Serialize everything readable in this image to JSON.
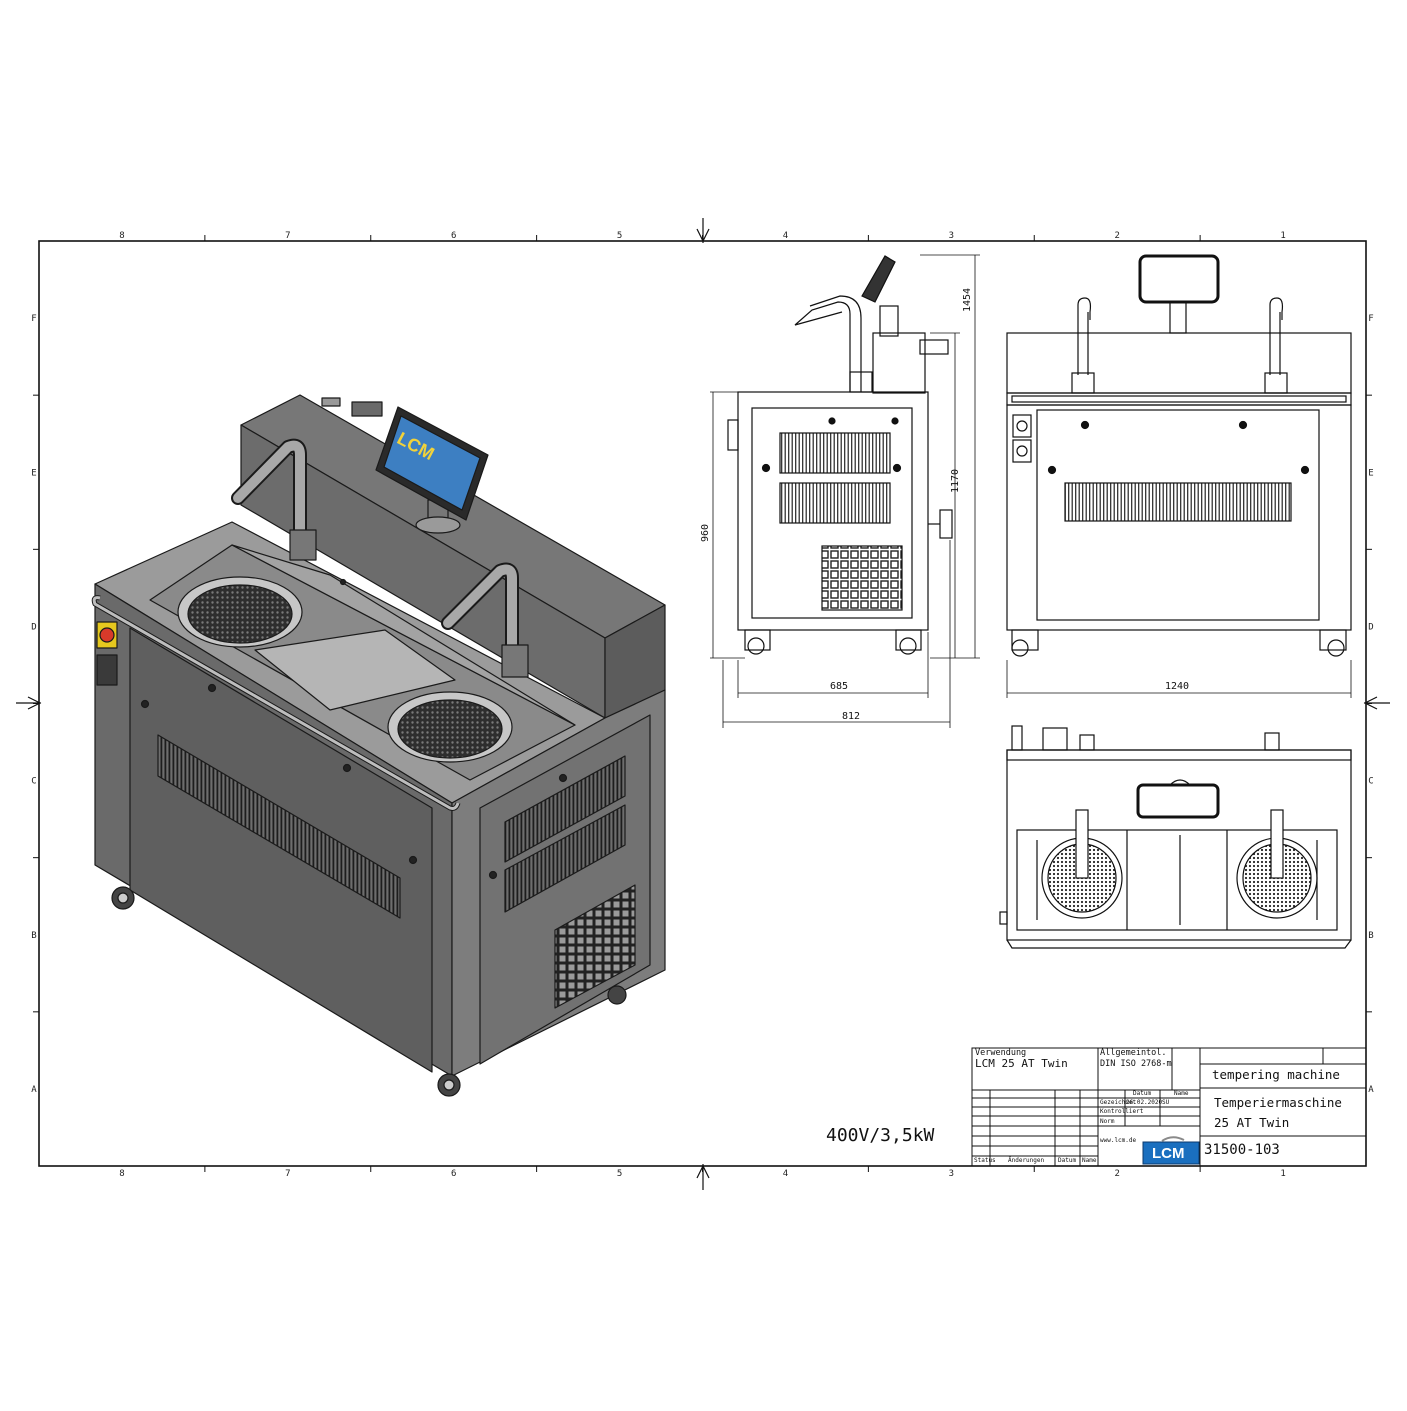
{
  "frame": {
    "columns": [
      "8",
      "7",
      "6",
      "5",
      "4",
      "3",
      "2",
      "1"
    ],
    "rows": [
      "F",
      "E",
      "D",
      "C",
      "B",
      "A"
    ]
  },
  "dimensions": {
    "height_total": "1454",
    "height_1170": "1170",
    "height_960": "960",
    "width_685": "685",
    "width_812": "812",
    "width_1240": "1240"
  },
  "logo": {
    "text": "LCM",
    "color": "#1a6fbf"
  },
  "screen_logo": {
    "text": "LCM"
  },
  "power_rating": "400V/3,5kW",
  "title_block": {
    "verwendung_label": "Verwendung",
    "verwendung_value": "LCM 25 AT Twin",
    "allgemeintol_label": "Allgemeintol.",
    "allgemeintol_value": "DIN ISO 2768-m",
    "datum_label": "Datum",
    "name_label": "Name",
    "gezeichnet_label": "Gezeichnet",
    "gezeichnet_date": "26.02.2020",
    "gezeichnet_name": "SU",
    "kontrolliert_label": "Kontrolliert",
    "norm_label": "Norm",
    "website": "www.lcm.de",
    "status_label": "Status",
    "aenderungen_label": "Änderungen",
    "datum2_label": "Datum",
    "name2_label": "Name",
    "title_en": "tempering machine",
    "title_de_line1": "Temperiermaschine",
    "title_de_line2": "25 AT Twin",
    "drawing_number": "31500-103"
  },
  "colors": {
    "steel": "#8c8c8c",
    "steel_dark": "#5e5e5e",
    "steel_light": "#b4b4b4",
    "screen_blue": "#3d7fc2",
    "screen_bezel": "#2a2a2a",
    "switch_red": "#d83a2a",
    "switch_yellow": "#e6c81e"
  }
}
